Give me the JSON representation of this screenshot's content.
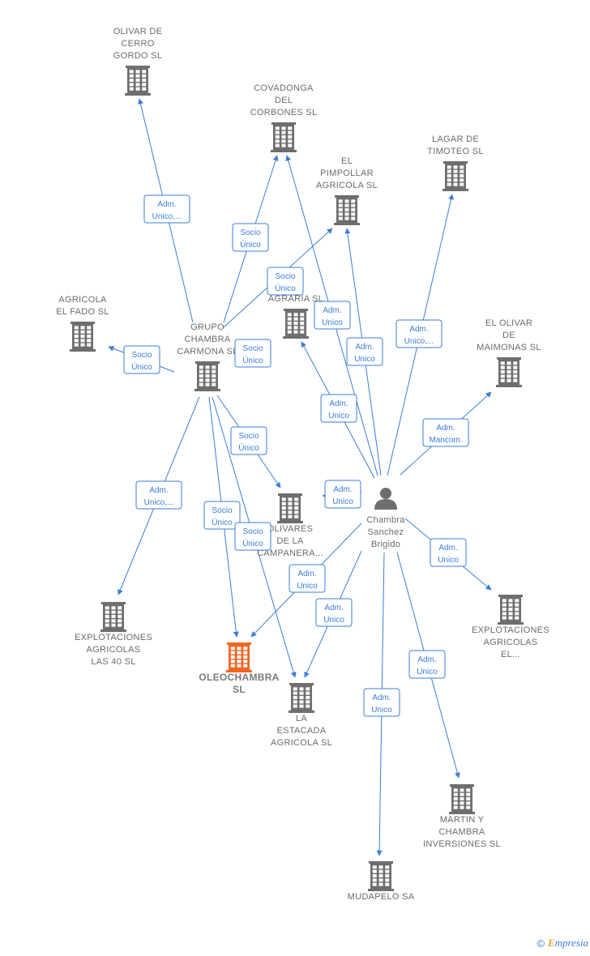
{
  "colors": {
    "edge": "#3b7dd8",
    "building": "#6e6e6e",
    "focus_building": "#f26522",
    "person": "#6e6e6e"
  },
  "nodes": [
    {
      "id": "olivar",
      "label": [
        "OLIVAR DE",
        "CERRO",
        "GORDO  SL"
      ],
      "icon": "building-icon"
    },
    {
      "id": "covadonga",
      "label": [
        "COVADONGA",
        "DEL",
        "CORBONES  SL"
      ],
      "icon": "building-icon"
    },
    {
      "id": "pimpollar",
      "label": [
        "EL",
        "PIMPOLLAR",
        "AGRICOLA  SL"
      ],
      "icon": "building-icon"
    },
    {
      "id": "lagar",
      "label": [
        "LAGAR DE",
        "TIMOTEO SL"
      ],
      "icon": "building-icon"
    },
    {
      "id": "fado",
      "label": [
        "AGRICOLA",
        "EL FADO  SL"
      ],
      "icon": "building-icon"
    },
    {
      "id": "agraria",
      "label": [
        "RA",
        "AGRARIA  SL"
      ],
      "icon": "building-icon"
    },
    {
      "id": "grupo",
      "label": [
        "GRUPO",
        "CHAMBRA",
        "CARMONA  SL"
      ],
      "icon": "building-icon"
    },
    {
      "id": "maimonas",
      "label": [
        "EL OLIVAR",
        "DE",
        "MAIMONAS  SL"
      ],
      "icon": "building-icon"
    },
    {
      "id": "person",
      "label": [
        "Chambra",
        "Sanchez",
        "Brigido"
      ],
      "icon": "person-icon"
    },
    {
      "id": "olivares",
      "label": [
        "OLIVARES",
        "DE LA",
        "CAMPANERA..."
      ],
      "icon": "building-icon"
    },
    {
      "id": "las40",
      "label": [
        "EXPLOTACIONES",
        "AGRICOLAS",
        "LAS 40  SL"
      ],
      "icon": "building-icon"
    },
    {
      "id": "oleochambra",
      "label": [
        "OLEOCHAMBRA",
        "SL"
      ],
      "icon": "building-icon",
      "focus": true
    },
    {
      "id": "estacada",
      "label": [
        "LA",
        "ESTACADA",
        "AGRICOLA  SL"
      ],
      "icon": "building-icon"
    },
    {
      "id": "expel",
      "label": [
        "EXPLOTACIONES",
        "AGRICOLAS",
        "EL..."
      ],
      "icon": "building-icon"
    },
    {
      "id": "martin",
      "label": [
        "MARTIN Y",
        "CHAMBRA",
        "INVERSIONES SL"
      ],
      "icon": "building-icon"
    },
    {
      "id": "mudapelo",
      "label": [
        "MUDAPELO SA"
      ],
      "icon": "building-icon"
    }
  ],
  "edges": [
    {
      "from": "grupo",
      "to": "olivar",
      "label": [
        "Adm.",
        "Unico,..."
      ]
    },
    {
      "from": "grupo",
      "to": "covadonga",
      "label": [
        "Socio",
        "Único"
      ]
    },
    {
      "from": "grupo",
      "to": "pimpollar",
      "label": [
        "Socio",
        "Único"
      ]
    },
    {
      "from": "grupo",
      "to": "fado",
      "label": [
        "Socio",
        "Único"
      ]
    },
    {
      "from": "grupo",
      "to": "agraria",
      "label": [
        "Socio",
        "Único"
      ]
    },
    {
      "from": "grupo",
      "to": "olivares",
      "label": [
        "Socio",
        "Único"
      ]
    },
    {
      "from": "grupo",
      "to": "las40",
      "label": [
        "Adm.",
        "Unico,..."
      ]
    },
    {
      "from": "grupo",
      "to": "oleochambra",
      "label": [
        "Socio",
        "Único"
      ]
    },
    {
      "from": "grupo",
      "to": "estacada",
      "label": [
        "Socio",
        "Único"
      ]
    },
    {
      "from": "person",
      "to": "covadonga",
      "label": [
        "Adm.",
        "Unico"
      ]
    },
    {
      "from": "person",
      "to": "pimpollar",
      "label": [
        "Adm.",
        "Unico"
      ]
    },
    {
      "from": "person",
      "to": "lagar",
      "label": [
        "Adm.",
        "Unico,..."
      ]
    },
    {
      "from": "person",
      "to": "agraria",
      "label": [
        "Adm.",
        "Unico"
      ]
    },
    {
      "from": "person",
      "to": "maimonas",
      "label": [
        "Adm.",
        "Mancom."
      ]
    },
    {
      "from": "person",
      "to": "olivares",
      "label": [
        "Adm.",
        "Unico"
      ]
    },
    {
      "from": "person",
      "to": "oleochambra",
      "label": [
        "Adm.",
        "Unico"
      ]
    },
    {
      "from": "person",
      "to": "estacada",
      "label": [
        "Adm.",
        "Unico"
      ]
    },
    {
      "from": "person",
      "to": "expel",
      "label": [
        "Adm.",
        "Unico"
      ]
    },
    {
      "from": "person",
      "to": "martin",
      "label": [
        "Adm.",
        "Unico"
      ]
    },
    {
      "from": "person",
      "to": "mudapelo",
      "label": [
        "Adm.",
        "Unico"
      ]
    }
  ],
  "footer": {
    "copyright": "©",
    "brand_first": "E",
    "brand_rest": "mpresia"
  }
}
